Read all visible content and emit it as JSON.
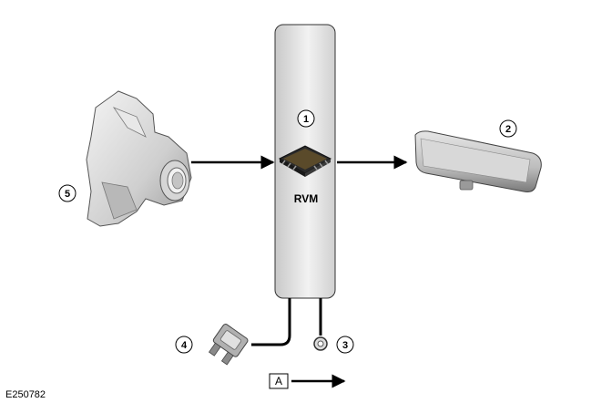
{
  "module": {
    "label": "RVM"
  },
  "callouts": [
    "1",
    "2",
    "3",
    "4",
    "5"
  ],
  "legend": {
    "key": "A"
  },
  "figure_ref": "E250782",
  "icons": [
    "camera-icon",
    "microchip-icon",
    "mirror-icon",
    "fuse-icon",
    "ground-eyelet-icon",
    "arrow-icon"
  ]
}
